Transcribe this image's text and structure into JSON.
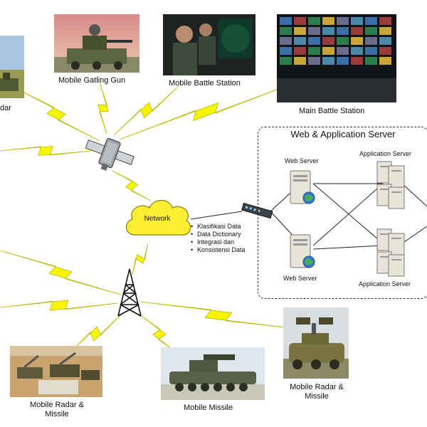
{
  "nodes": {
    "radar_left": {
      "label": "dar"
    },
    "gatling": {
      "label": "Mobile Gatling Gun"
    },
    "battle_station": {
      "label": "Mobile Battle Station"
    },
    "main_station": {
      "label": "Main Battle Station"
    },
    "network": {
      "label": "Network"
    },
    "radar_missile_left": {
      "label": "Mobile Radar & Missile"
    },
    "mobile_missile": {
      "label": "Mobile Missile"
    },
    "radar_missile_right": {
      "label": "Mobile Radar & Missile"
    }
  },
  "server_group": {
    "title": "Web & Application Server",
    "web_server_top": "Web Server",
    "web_server_bottom": "Web Server",
    "app_server_top": "Application Server",
    "app_server_bottom": "Application Server"
  },
  "data_notes": [
    "Klasifikasi Data",
    "Data Dictionary",
    "Integrasi dan",
    "Konsistensi Data"
  ],
  "colors": {
    "lightning": "#f5f500",
    "lightning_stroke": "#b8b800",
    "cloud": "#ffee33"
  },
  "icons": [
    "satellite-icon",
    "radio-tower-icon",
    "network-switch-icon",
    "server-icon",
    "globe-icon"
  ]
}
